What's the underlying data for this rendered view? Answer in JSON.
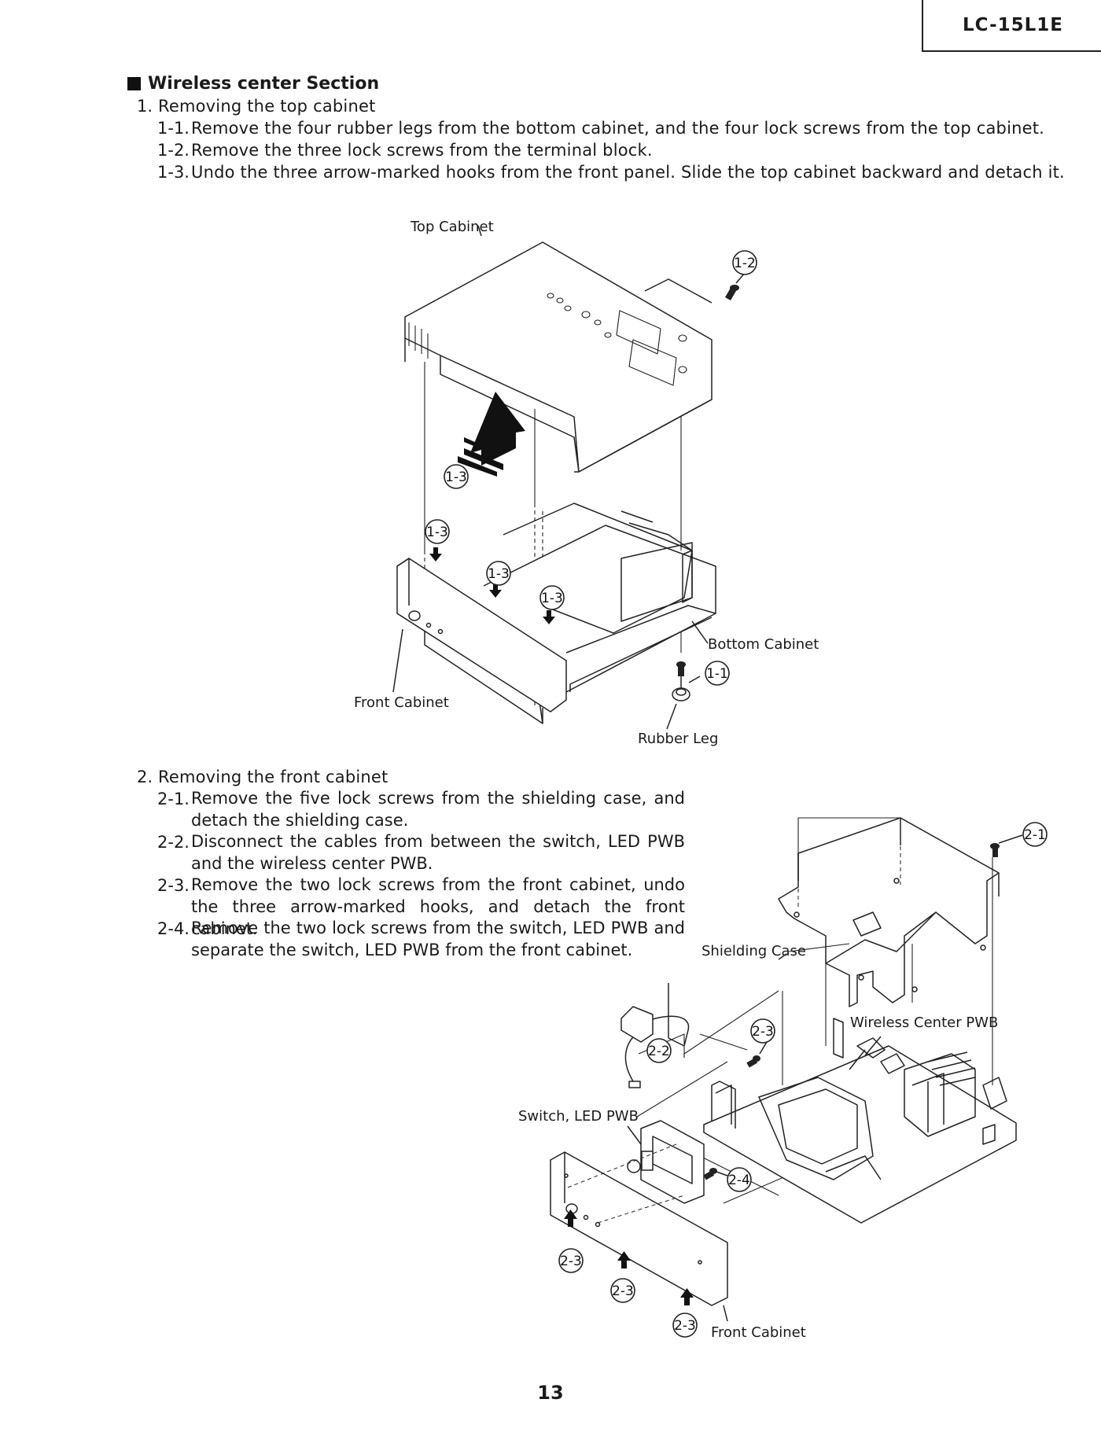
{
  "header": {
    "model": "LC-15L1E"
  },
  "section": {
    "title": "Wireless center Section"
  },
  "step1": {
    "heading_num": "1.",
    "heading": "Removing the top cabinet",
    "items": [
      {
        "num": "1-1.",
        "text": "Remove the four rubber legs from the bottom cabinet, and the four lock screws from the top cabinet."
      },
      {
        "num": "1-2.",
        "text": "Remove the three lock screws from the terminal block."
      },
      {
        "num": "1-3.",
        "text": "Undo the three arrow-marked hooks from the front panel. Slide the top cabinet backward and detach it."
      }
    ]
  },
  "figure1": {
    "labels": {
      "top_cabinet": "Top Cabinet",
      "bottom_cabinet": "Bottom Cabinet",
      "front_cabinet": "Front Cabinet",
      "rubber_leg": "Rubber Leg"
    },
    "callouts": [
      "1-2",
      "1-3",
      "1-3",
      "1-3",
      "1-3",
      "1-1"
    ]
  },
  "step2": {
    "heading_num": "2.",
    "heading": "Removing the front cabinet",
    "items": [
      {
        "num": "2-1.",
        "text": "Remove the five lock screws from the shielding case, and detach the shielding case."
      },
      {
        "num": "2-2.",
        "text": "Disconnect the cables from between the switch, LED PWB and the wireless center PWB."
      },
      {
        "num": "2-3.",
        "text": "Remove the two lock screws from the front cabinet, undo the three arrow-marked hooks, and detach the front cabinet."
      },
      {
        "num": "2-4.",
        "text": "Remove the two lock screws from the switch, LED PWB and separate the switch, LED PWB from the front cabinet."
      }
    ]
  },
  "figure2": {
    "labels": {
      "shielding_case": "Shielding Case",
      "wireless_center_pwb": "Wireless Center PWB",
      "switch_led_pwb": "Switch, LED PWB",
      "front_cabinet": "Front Cabinet"
    },
    "callouts": [
      "2-1",
      "2-3",
      "2-2",
      "2-4",
      "2-3",
      "2-3",
      "2-3"
    ]
  },
  "footer": {
    "page_number": "13"
  }
}
